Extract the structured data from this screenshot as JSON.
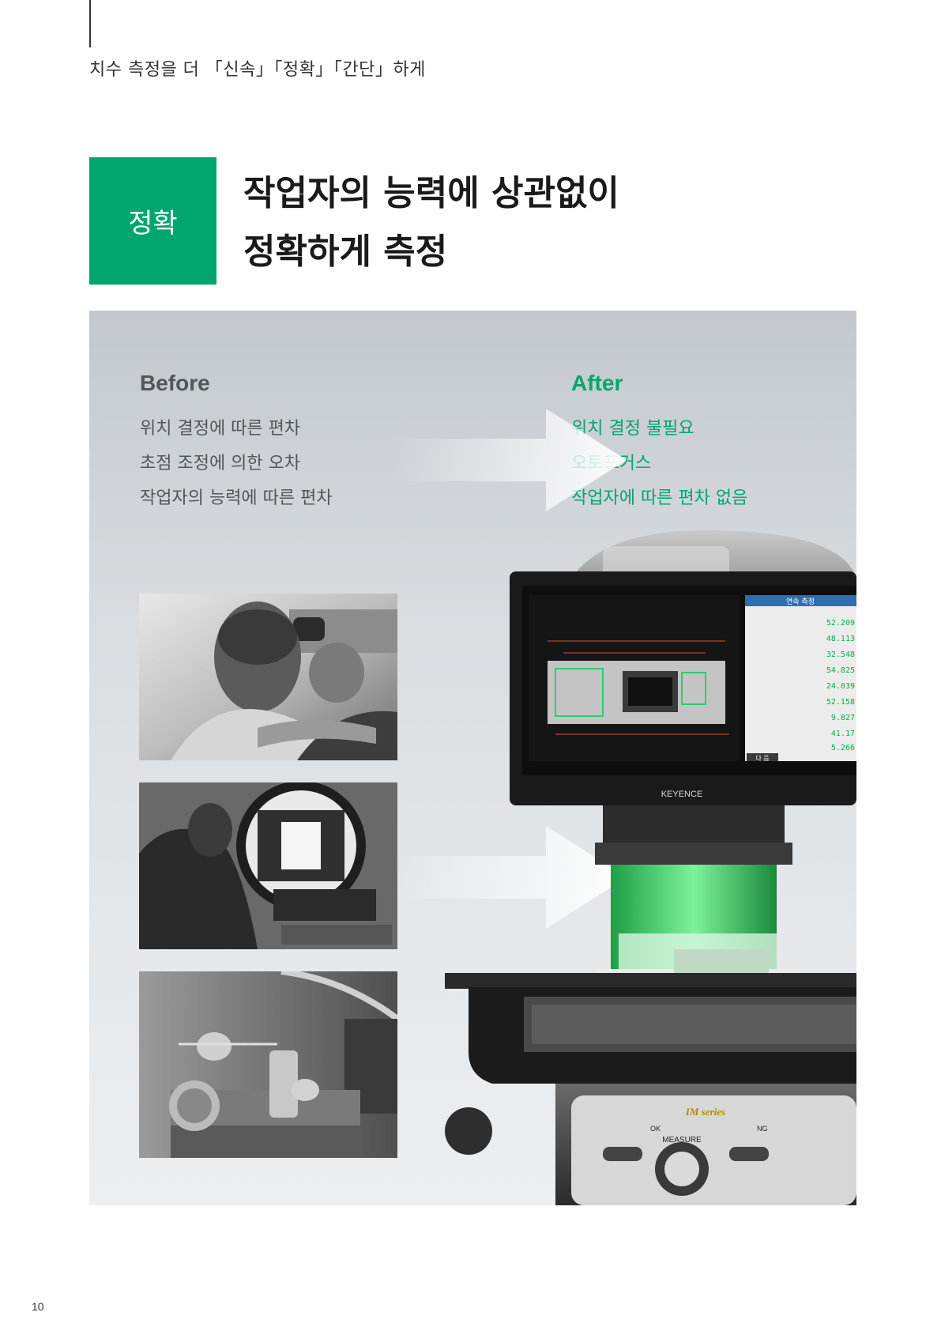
{
  "header": {
    "subtitle": "치수 측정을 더 「신속」「정확」「간단」하게"
  },
  "section": {
    "badge": "정확",
    "headline_line1": "작업자의 능력에 상관없이",
    "headline_line2": "정확하게 측정"
  },
  "before": {
    "title": "Before",
    "items": [
      "위치 결정에 따른 편차",
      "초점 조정에 의한 오차",
      "작업자의 능력에 따른 편차"
    ]
  },
  "after": {
    "title": "After",
    "items": [
      "위치 결정 불필요",
      "오토포커스",
      "작업자에 따른 편차 없음"
    ]
  },
  "device": {
    "brand": "KEYENCE",
    "series": "IM series",
    "measure_label": "MEASURE",
    "ok_label": "OK",
    "ng_label": "NG",
    "sidebar_title": "연속 측정",
    "next_button": "다 음",
    "readings": [
      "52.209",
      "48.113",
      "32.548",
      "54.825",
      "24.039",
      "52.158",
      "9.827",
      "41.17",
      "5.266"
    ]
  },
  "footer": {
    "page_number": "10"
  },
  "colors": {
    "accent": "#00a66d",
    "text_gray": "#555555",
    "screen_green": "#2ecc71"
  }
}
